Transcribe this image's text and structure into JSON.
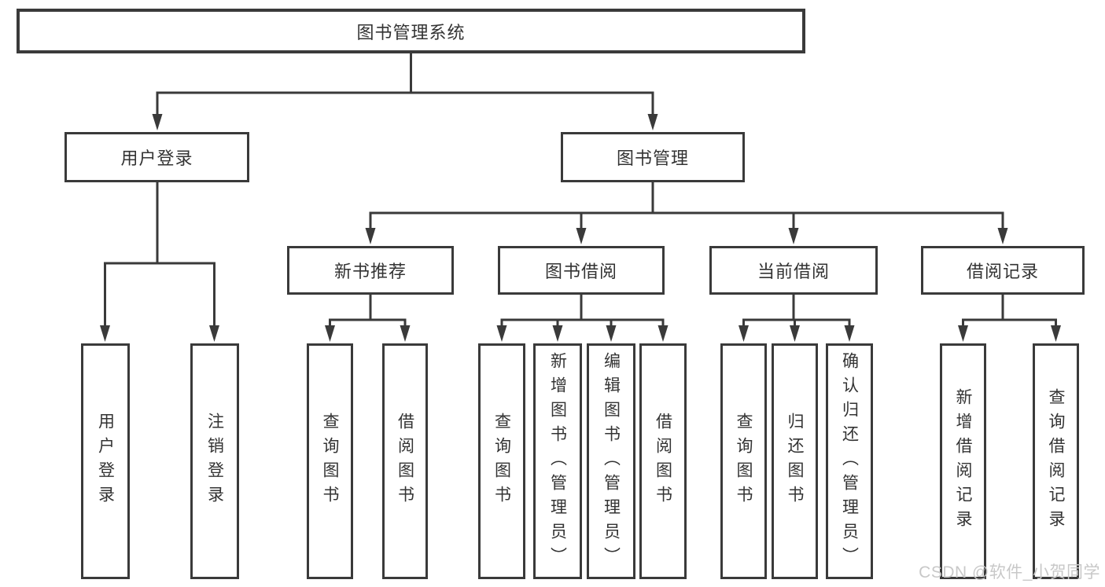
{
  "diagram_type": "functional-structure-tree",
  "colors": {
    "line": "#3a3a3a",
    "box_border": "#3a3a3a",
    "text": "#333333",
    "background": "#ffffff",
    "watermark": "#c8c8c8"
  },
  "tree": {
    "label": "图书管理系统",
    "children": [
      {
        "label": "用户登录",
        "children": [
          {
            "label": "用户登录"
          },
          {
            "label": "注销登录"
          }
        ]
      },
      {
        "label": "图书管理",
        "children": [
          {
            "label": "新书推荐",
            "children": [
              {
                "label": "查询图书"
              },
              {
                "label": "借阅图书"
              }
            ]
          },
          {
            "label": "图书借阅",
            "children": [
              {
                "label": "查询图书"
              },
              {
                "label": "新增图书（管理员）"
              },
              {
                "label": "编辑图书（管理员）"
              },
              {
                "label": "借阅图书"
              }
            ]
          },
          {
            "label": "当前借阅",
            "children": [
              {
                "label": "查询图书"
              },
              {
                "label": "归还图书"
              },
              {
                "label": "确认归还（管理员）"
              }
            ]
          },
          {
            "label": "借阅记录",
            "children": [
              {
                "label": "新增借阅记录"
              },
              {
                "label": "查询借阅记录"
              }
            ]
          }
        ]
      }
    ]
  },
  "watermark": {
    "text": "CSDN @软件_小贺同学"
  }
}
